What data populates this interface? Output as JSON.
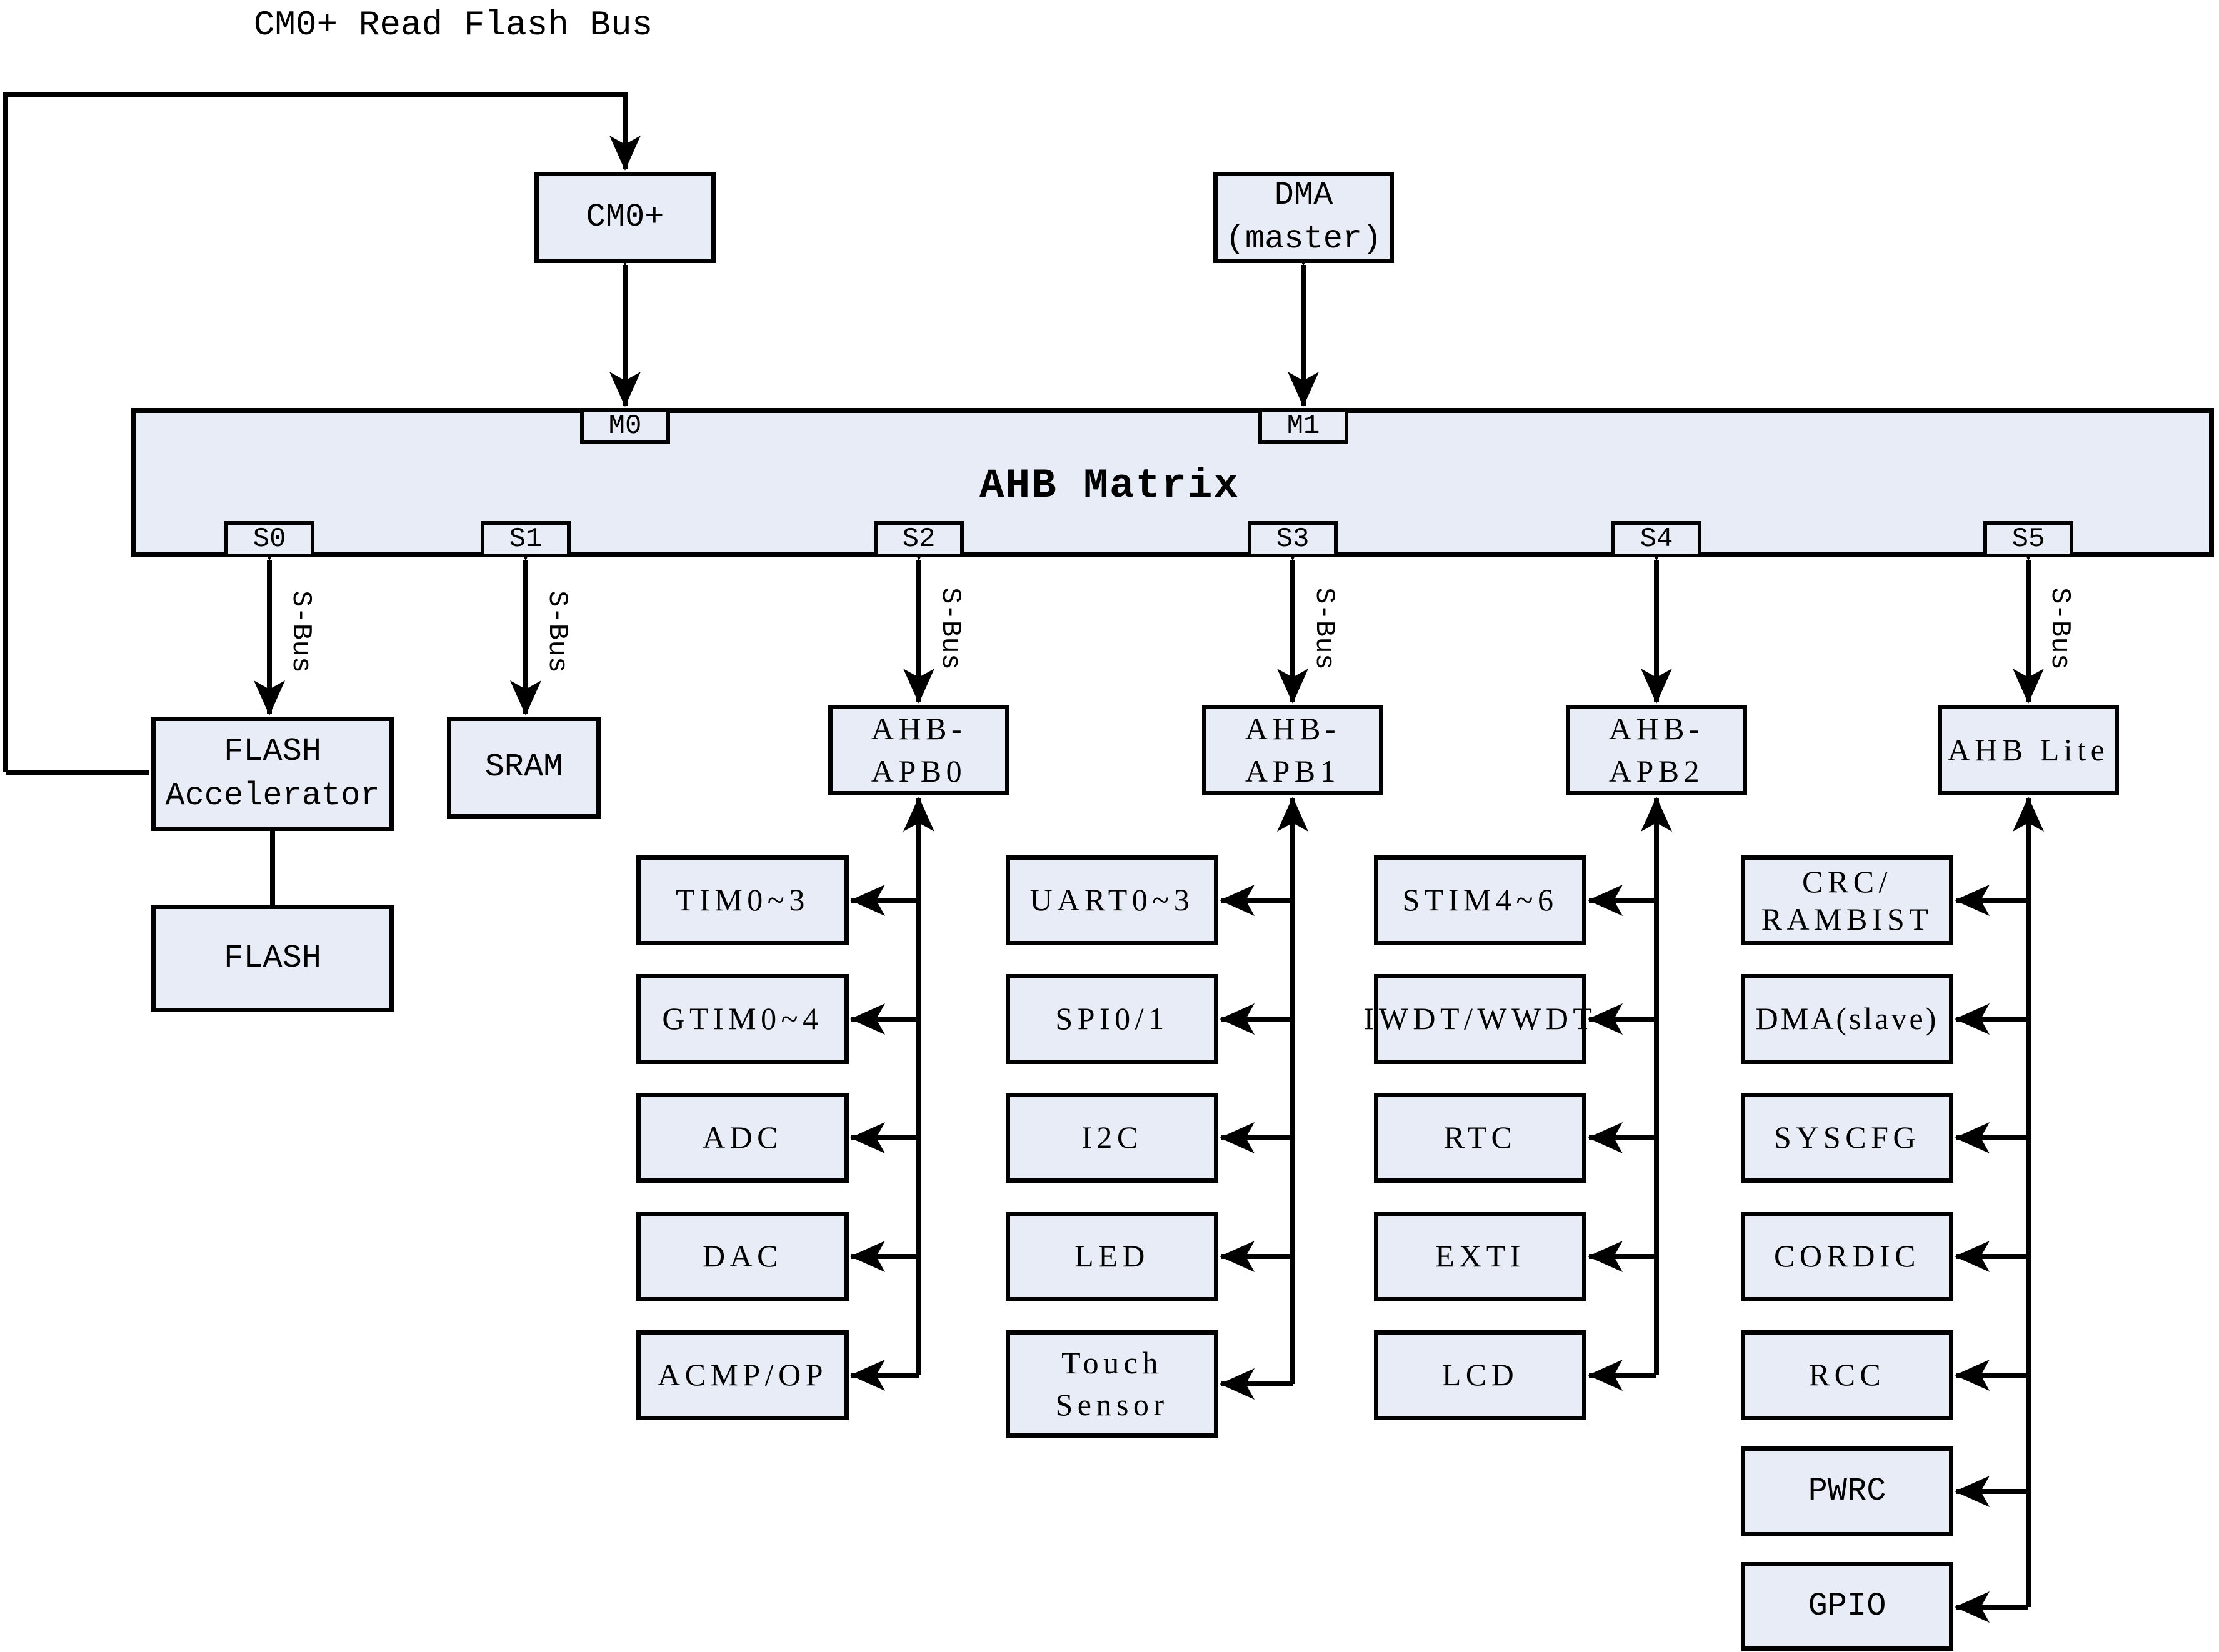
{
  "colors": {
    "box_fill": "#e8ecf6",
    "line": "#000000"
  },
  "top_bus_label": "CM0+ Read Flash Bus",
  "sbus_label": "S-Bus",
  "masters": {
    "cm0": "CM0+",
    "dma": "DMA\n(master)"
  },
  "matrix": {
    "title": "AHB Matrix",
    "ports_top": [
      "M0",
      "M1"
    ],
    "ports_bottom": [
      "S0",
      "S1",
      "S2",
      "S3",
      "S4",
      "S5"
    ]
  },
  "memory": {
    "flash_accelerator": "FLASH\nAccelerator",
    "flash": "FLASH",
    "sram": "SRAM"
  },
  "columns": [
    {
      "hub": "AHB-APB0",
      "peripherals": [
        "TIM0~3",
        "GTIM0~4",
        "ADC",
        "DAC",
        "ACMP/OP"
      ]
    },
    {
      "hub": "AHB-APB1",
      "peripherals": [
        "UART0~3",
        "SPI0/1",
        "I2C",
        "LED",
        "Touch\nSensor"
      ]
    },
    {
      "hub": "AHB-APB2",
      "peripherals": [
        "STIM4~6",
        "IWDT/WWDT",
        "RTC",
        "EXTI",
        "LCD"
      ]
    },
    {
      "hub": "AHB Lite",
      "peripherals": [
        "CRC/\nRAMBIST",
        "DMA(slave)",
        "SYSCFG",
        "CORDIC",
        "RCC",
        "PWRC",
        "GPIO"
      ]
    }
  ]
}
